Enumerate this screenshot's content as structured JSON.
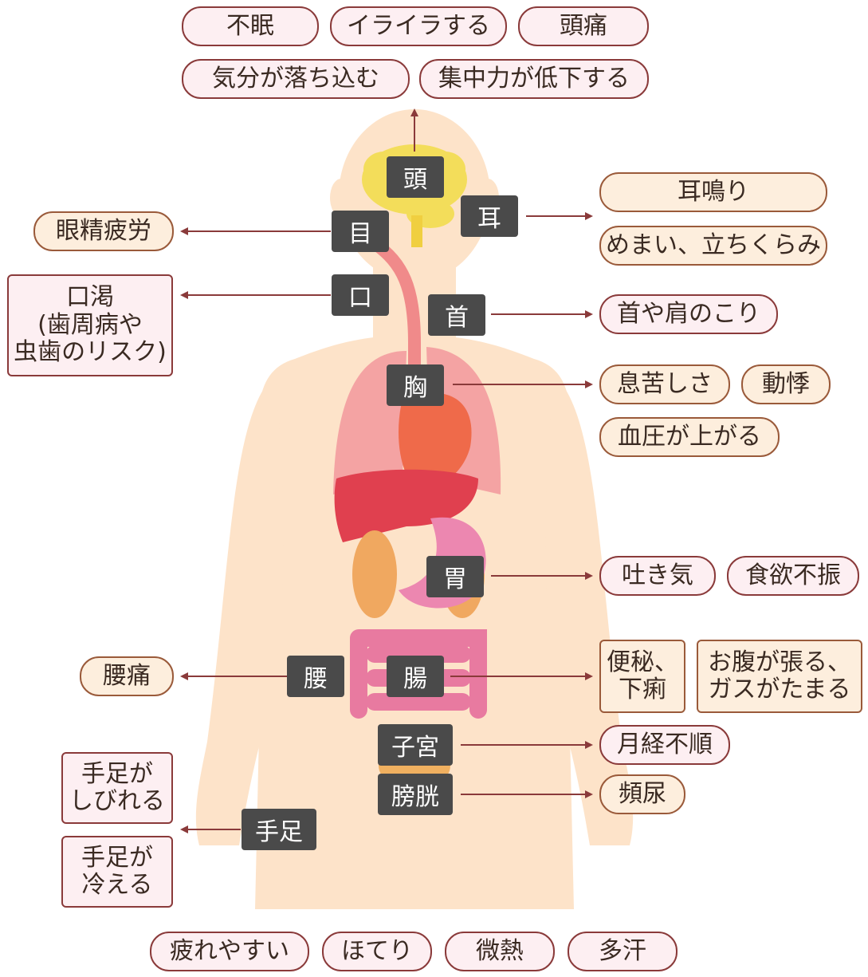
{
  "head_symptoms": [
    "不眠",
    "イライラする",
    "頭痛",
    "気分が落ち込む",
    "集中力が低下する"
  ],
  "eye_symptom": "眼精疲労",
  "mouth_symptom": [
    "口渇",
    "(歯周病や",
    "虫歯のリスク)"
  ],
  "ear_symptoms": [
    "耳鳴り",
    "めまい、立ちくらみ"
  ],
  "neck_symptom": "首や肩のこり",
  "chest_symptoms": [
    "息苦しさ",
    "動悸",
    "血圧が上がる"
  ],
  "stomach_symptoms": [
    "吐き気",
    "食欲不振"
  ],
  "waist_symptom": "腰痛",
  "intestine_symptoms": [
    [
      "便秘、",
      "下痢"
    ],
    [
      "お腹が張る、",
      "ガスがたまる"
    ]
  ],
  "uterus_symptom": "月経不順",
  "bladder_symptom": "頻尿",
  "limb_symptoms": [
    [
      "手足が",
      "しびれる"
    ],
    [
      "手足が",
      "冷える"
    ]
  ],
  "general_symptoms": [
    "疲れやすい",
    "ほてり",
    "微熱",
    "多汗"
  ],
  "labels": {
    "head": "頭",
    "eye": "目",
    "ear": "耳",
    "mouth": "口",
    "neck": "首",
    "chest": "胸",
    "stomach": "胃",
    "waist": "腰",
    "intestine": "腸",
    "uterus": "子宮",
    "bladder": "膀胱",
    "limbs": "手足"
  },
  "colors": {
    "skin": "#fde3c9",
    "brain": "#f3dd5a",
    "lung": "#f4a3a3",
    "heart": "#ef6a4a",
    "liver": "#e0404f",
    "stomach": "#ec87b0",
    "intestine": "#e87aa0",
    "arrow": "#8a3a3a",
    "tag": "#4a4a4a"
  }
}
